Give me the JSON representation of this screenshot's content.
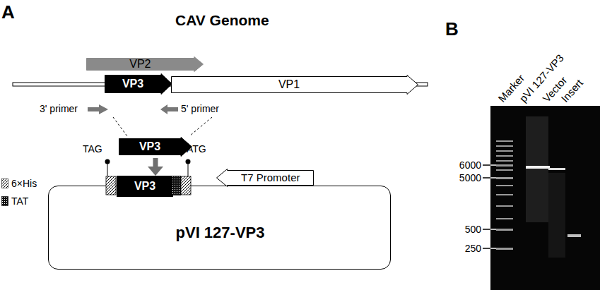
{
  "diagram": {
    "nodes": [
      {
        "text": [
          "VP2"
        ]
      },
      {
        "text": [
          "VP3"
        ]
      },
      {
        "text": [
          "VP1"
        ]
      },
      {
        "text": [
          "VP3"
        ]
      },
      {
        "text": [
          "pVI 127-VP3"
        ]
      },
      {
        "text": [
          "VP3"
        ],
        "in": 4
      },
      {
        "text": [
          "T7 Promoter"
        ],
        "in": 4
      }
    ],
    "edges": [
      {
        "from": 3,
        "to": 5,
        "arrow": "to"
      }
    ],
    "labels": [
      "A",
      "CAV Genome",
      "3' primer",
      "5' primer",
      "TAG",
      "ATG",
      "B",
      "Marker",
      "pVI 127-VP3",
      "Vector",
      "Insert",
      "6000",
      "5000",
      "500",
      "250"
    ],
    "legend": [
      {
        "text": "6×His"
      },
      {
        "text": "TAT"
      }
    ]
  }
}
